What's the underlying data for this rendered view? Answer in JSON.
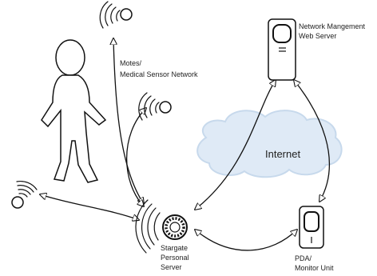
{
  "labels": {
    "motes": [
      "Motes/",
      "Medical Sensor Network"
    ],
    "web_server": [
      "Network Mangement",
      "Web Server"
    ],
    "internet": "Internet",
    "stargate": [
      "Stargate",
      "Personal",
      "Server"
    ],
    "pda": [
      "PDA/",
      "Monitor Unit"
    ]
  },
  "colors": {
    "cloud_fill": "#dfeaf6",
    "cloud_stroke": "#c7d9ec",
    "line": "#111111"
  }
}
